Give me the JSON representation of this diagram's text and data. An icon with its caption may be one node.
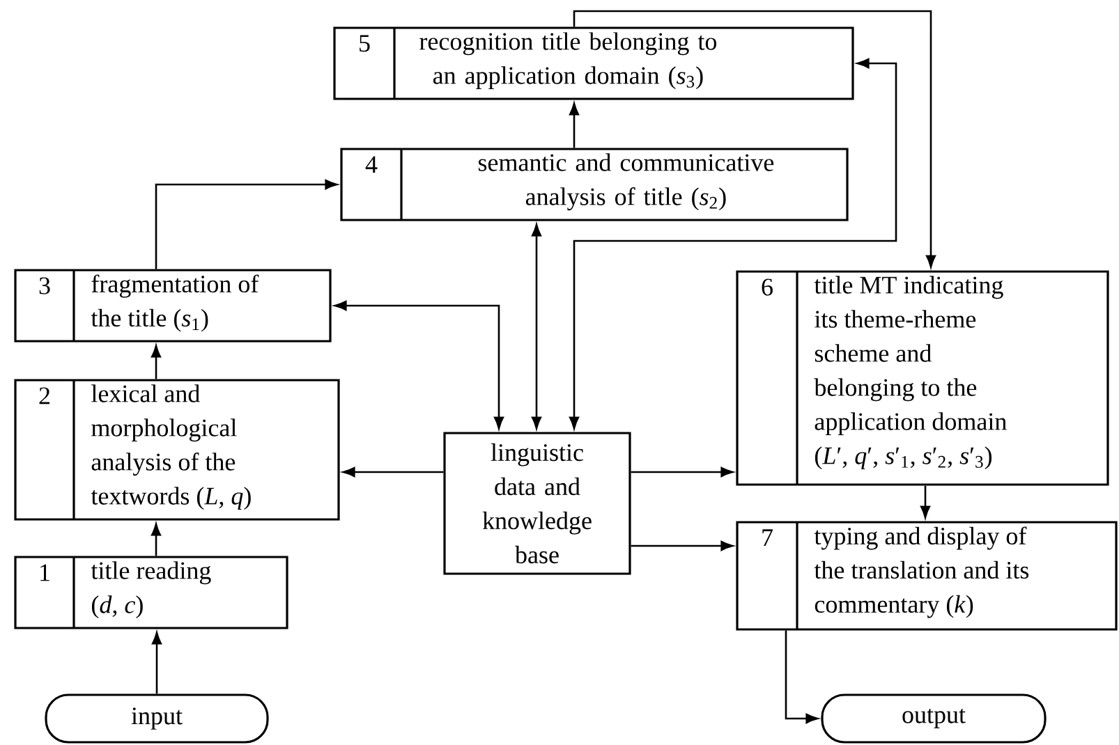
{
  "diagram": {
    "nodes": [
      {
        "text": [
          "input"
        ]
      },
      {
        "text": [
          "1",
          "title reading (*d*, *c*)"
        ]
      },
      {
        "text": [
          "2",
          "lexical and morphological analysis of the textwords (*L*, *q*)"
        ]
      },
      {
        "text": [
          "3",
          "fragmentation of the title (*s*$_{1}$)"
        ]
      },
      {
        "text": [
          "4",
          "semantic and communicative analysis of title (*s*$_{2}$)"
        ]
      },
      {
        "text": [
          "5",
          "recognition title belonging to an application domain (*s*$_{3}$)"
        ]
      },
      {
        "text": [
          "linguistic data and knowledge base"
        ]
      },
      {
        "text": [
          "6",
          "title MT indicating its theme-rheme scheme and belonging to the application domain (*L*′, *q*′, *s*′$_{1}$, *s*′$_{2}$, *s*′$_{3}$)"
        ]
      },
      {
        "text": [
          "7",
          "typing and display of the translation and its commentary (*k*)"
        ]
      },
      {
        "text": [
          "output"
        ]
      }
    ],
    "edges": [
      {
        "from": 0,
        "to": 1,
        "arrow": "to"
      },
      {
        "from": 1,
        "to": 2,
        "arrow": "to"
      },
      {
        "from": 2,
        "to": 3,
        "arrow": "to"
      },
      {
        "from": 3,
        "to": 4,
        "arrow": "to"
      },
      {
        "from": 4,
        "to": 5,
        "arrow": "to"
      },
      {
        "from": 6,
        "to": 2,
        "arrow": "to"
      },
      {
        "from": 3,
        "to": 6,
        "arrow": "both"
      },
      {
        "from": 4,
        "to": 6,
        "arrow": "both"
      },
      {
        "from": 5,
        "to": 6,
        "arrow": "both"
      },
      {
        "from": 5,
        "to": 7,
        "arrow": "to"
      },
      {
        "from": 6,
        "to": 7,
        "arrow": "to"
      },
      {
        "from": 6,
        "to": 8,
        "arrow": "to"
      },
      {
        "from": 7,
        "to": 8,
        "arrow": "to"
      },
      {
        "from": 8,
        "to": 9,
        "arrow": "to"
      }
    ]
  }
}
